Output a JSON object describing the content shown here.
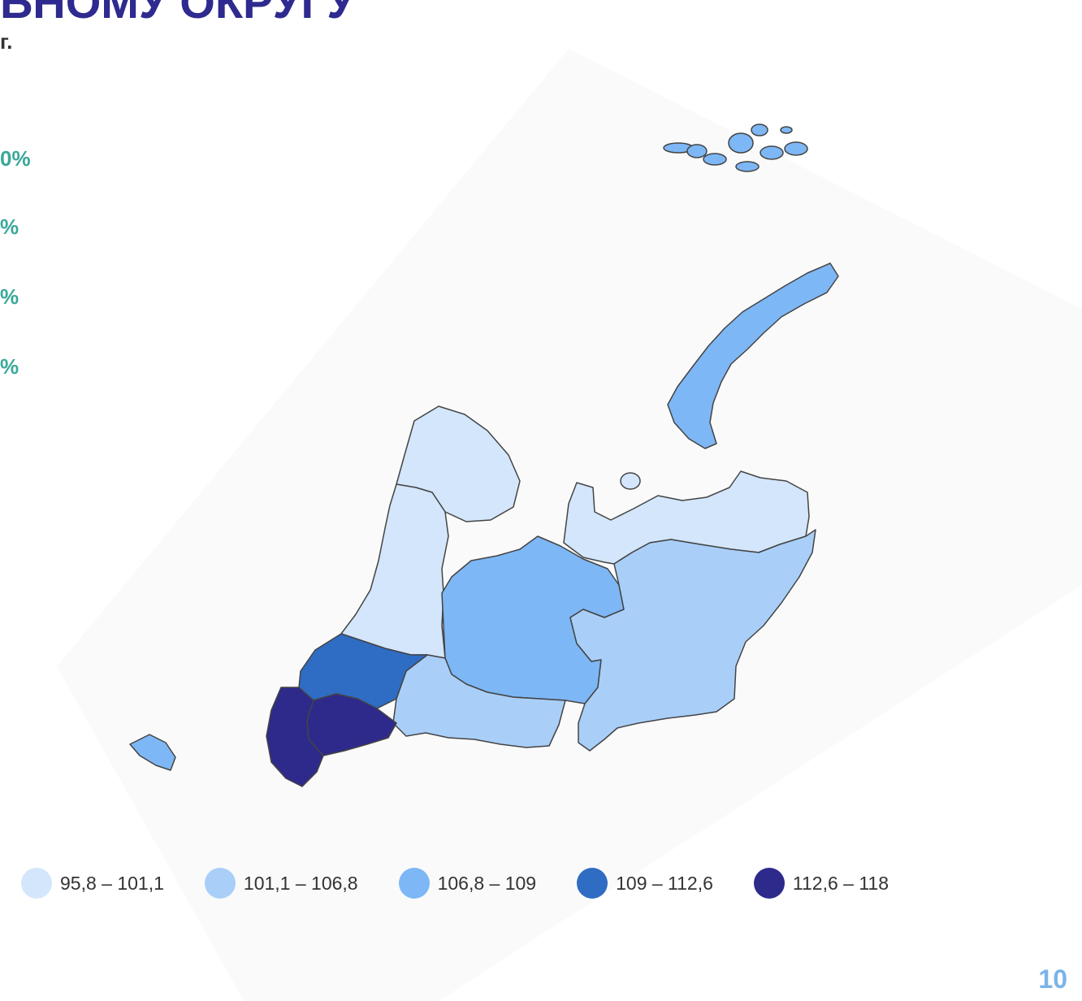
{
  "header": {
    "title": "ЬНОМУ ОКРУГУ",
    "subtitle": "г."
  },
  "stats": [
    "0%",
    "%",
    "%",
    "%"
  ],
  "legend": [
    {
      "label": "95,8 – 101,1",
      "color": "#d3e6fb"
    },
    {
      "label": "101,1 – 106,8",
      "color": "#a9cff8"
    },
    {
      "label": "106,8 – 109",
      "color": "#7db7f5"
    },
    {
      "label": "109 – 112,6",
      "color": "#2f6cc3"
    },
    {
      "label": "112,6 – 118",
      "color": "#2e2a8c"
    }
  ],
  "page_number": "10"
}
